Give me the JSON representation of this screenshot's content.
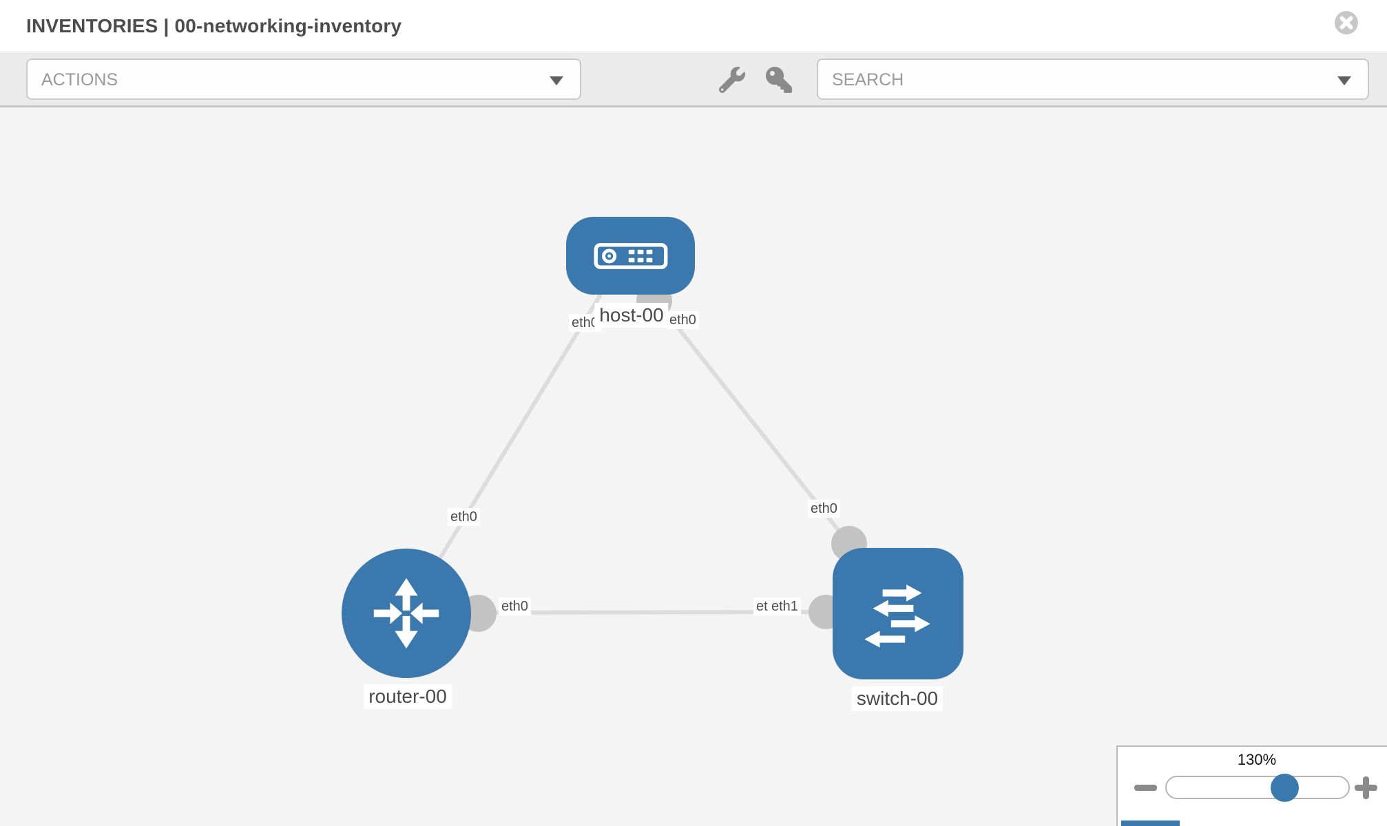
{
  "header": {
    "title": "INVENTORIES | 00-networking-inventory",
    "close_icon": "circle-x"
  },
  "toolbar": {
    "actions_dropdown": {
      "label": "ACTIONS",
      "caret_icon": "caret-down"
    },
    "search_dropdown": {
      "placeholder": "SEARCH",
      "caret_icon": "caret-down"
    },
    "wrench_icon": "wrench",
    "key_icon": "key"
  },
  "topology": {
    "nodes": [
      {
        "id": "host-00",
        "label": "host-00",
        "shape": "rounded-rectangle",
        "icon": "server-icon"
      },
      {
        "id": "router-00",
        "label": "router-00",
        "shape": "circle",
        "icon": "router-arrows-icon"
      },
      {
        "id": "switch-00",
        "label": "switch-00",
        "shape": "rounded-square",
        "icon": "switch-arrows-icon"
      }
    ],
    "links": [
      {
        "from": "host-00",
        "to": "router-00",
        "from_label": "eth0",
        "to_label": "eth0"
      },
      {
        "from": "host-00",
        "to": "switch-00",
        "from_label": "eth0",
        "to_label": "eth0"
      },
      {
        "from": "router-00",
        "to": "switch-00",
        "from_label": "eth0",
        "to_label": "eth1",
        "to_label_behind": "eth0"
      }
    ]
  },
  "zoom_control": {
    "level": "130%",
    "zoom_out_icon": "minus",
    "zoom_in_icon": "plus"
  },
  "colors": {
    "node_blue": "#3b78ae",
    "edge_gray": "#dcdcdc",
    "connector_gray": "#c3c3c3",
    "canvas_bg": "#f4f4f4"
  }
}
